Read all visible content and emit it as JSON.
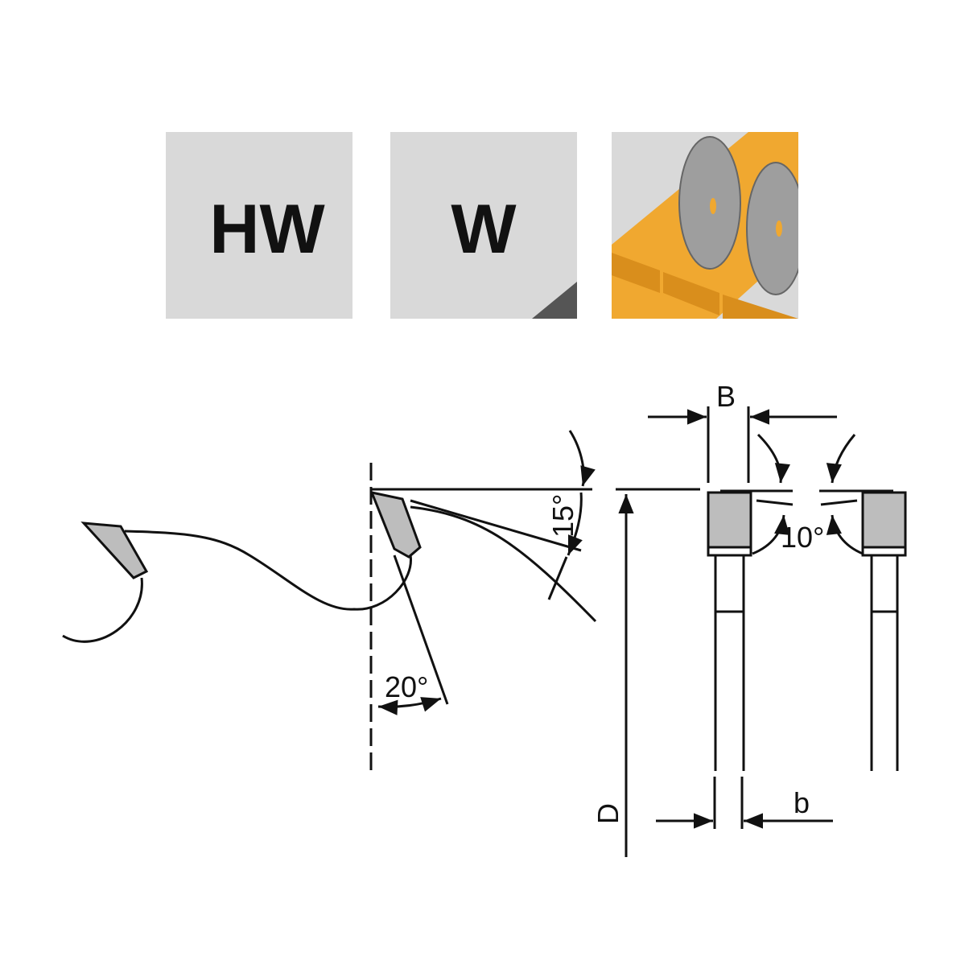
{
  "tiles": [
    {
      "label": "HW"
    },
    {
      "label": "W"
    },
    {
      "label": ""
    }
  ],
  "colors": {
    "tile_bg": "#d9d9d9",
    "wood": "#f0a830",
    "blade": "#a0a0a0",
    "tip": "#bdbdbd"
  },
  "diagram": {
    "hook_angle": "20°",
    "clearance_angle": "15°",
    "side_angle": "10°",
    "kerf_label": "B",
    "plate_label": "b",
    "diameter_label": "D"
  }
}
